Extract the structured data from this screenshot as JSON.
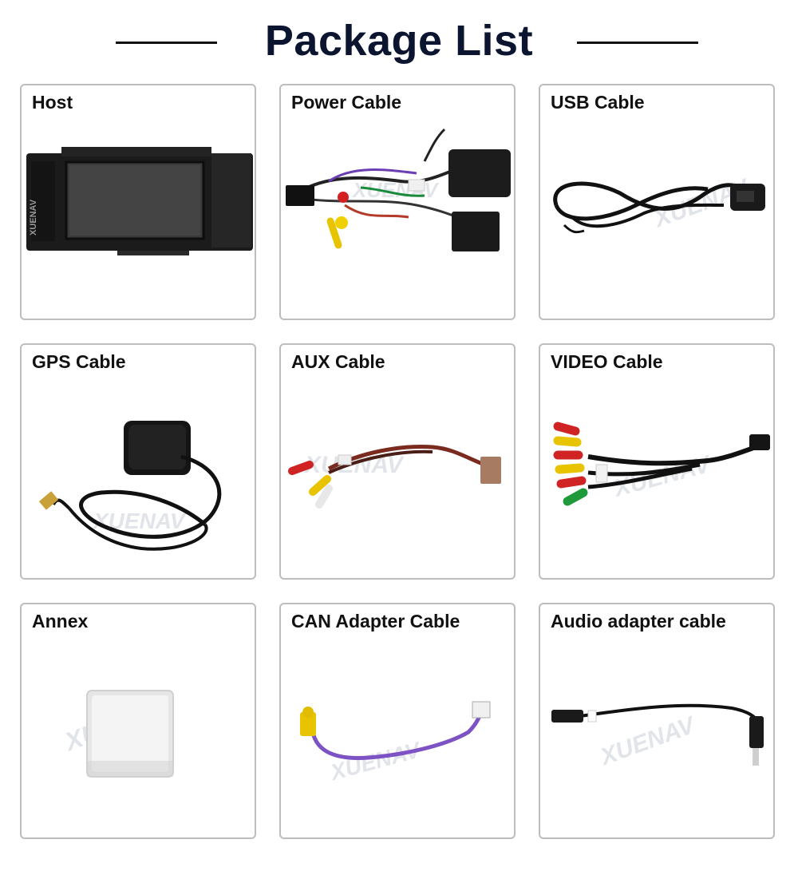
{
  "header": {
    "title": "Package List"
  },
  "watermark": "XUENAV",
  "items": [
    {
      "label": "Host",
      "icon": "car-stereo-head-unit-image"
    },
    {
      "label": "Power Cable",
      "icon": "power-harness-image"
    },
    {
      "label": "USB Cable",
      "icon": "usb-cable-image"
    },
    {
      "label": "GPS Cable",
      "icon": "gps-antenna-image"
    },
    {
      "label": "AUX Cable",
      "icon": "aux-rca-cable-image"
    },
    {
      "label": "VIDEO Cable",
      "icon": "video-rca-cable-image"
    },
    {
      "label": "Annex",
      "icon": "adhesive-pad-image"
    },
    {
      "label": "CAN Adapter Cable",
      "icon": "can-adapter-cable-image"
    },
    {
      "label": "Audio adapter cable",
      "icon": "audio-adapter-cable-image"
    }
  ]
}
